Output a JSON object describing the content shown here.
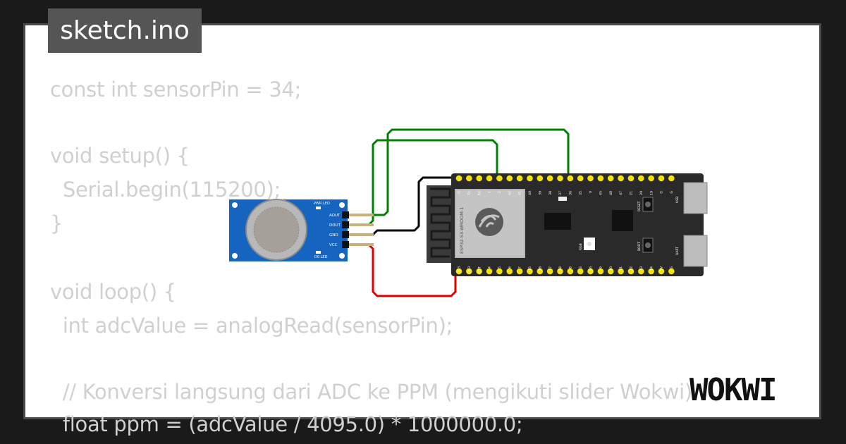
{
  "file_name": "sketch.ino",
  "code_lines": [
    "const int sensorPin = 34;",
    "",
    "void setup() {",
    "  Serial.begin(115200);",
    "}",
    "",
    "void loop() {",
    "  int adcValue = analogRead(sensorPin);",
    "",
    "  // Konversi langsung dari ADC ke PPM (mengikuti slider Wokwi)",
    "  float ppm = (adcValue / 4095.0) * 1000000.0;"
  ],
  "sensor": {
    "pin_labels": [
      "AOUT",
      "DOUT",
      "GND",
      "VCC"
    ],
    "pwr_led_label": "PWR LED",
    "d0_led_label": "D0 LED"
  },
  "esp32": {
    "module_label": "ESP32-S3-WROOM-1",
    "top_pins": [
      "G",
      "TX",
      "RX",
      "1",
      "2",
      "42",
      "41",
      "40",
      "39",
      "38",
      "37",
      "36",
      "35",
      "0",
      "45",
      "48",
      "47",
      "21",
      "20",
      "19",
      "G",
      "G"
    ],
    "bottom_pins": [
      "3V3",
      "3V3",
      "RST",
      "4",
      "5",
      "6",
      "7",
      "15",
      "16",
      "17",
      "18",
      "8",
      "3",
      "46",
      "9",
      "10",
      "11",
      "12",
      "13",
      "14",
      "5V",
      "G"
    ],
    "reset_label": "RESET",
    "boot_label": "BOOT",
    "usb_label": "USB",
    "uart_label": "UART",
    "rgb_label": "RGB"
  },
  "logo_text": "WOKWI",
  "colors": {
    "background": "#1a1a1a",
    "card": "#ffffff",
    "badge": "#555555",
    "code_text": "#d0d0d0",
    "sensor_board": "#1565c0",
    "esp_board": "#2a2a2a",
    "pin_yellow": "#f5e400",
    "wire_green": "#008000",
    "wire_black": "#000000",
    "wire_red": "#e00000"
  }
}
